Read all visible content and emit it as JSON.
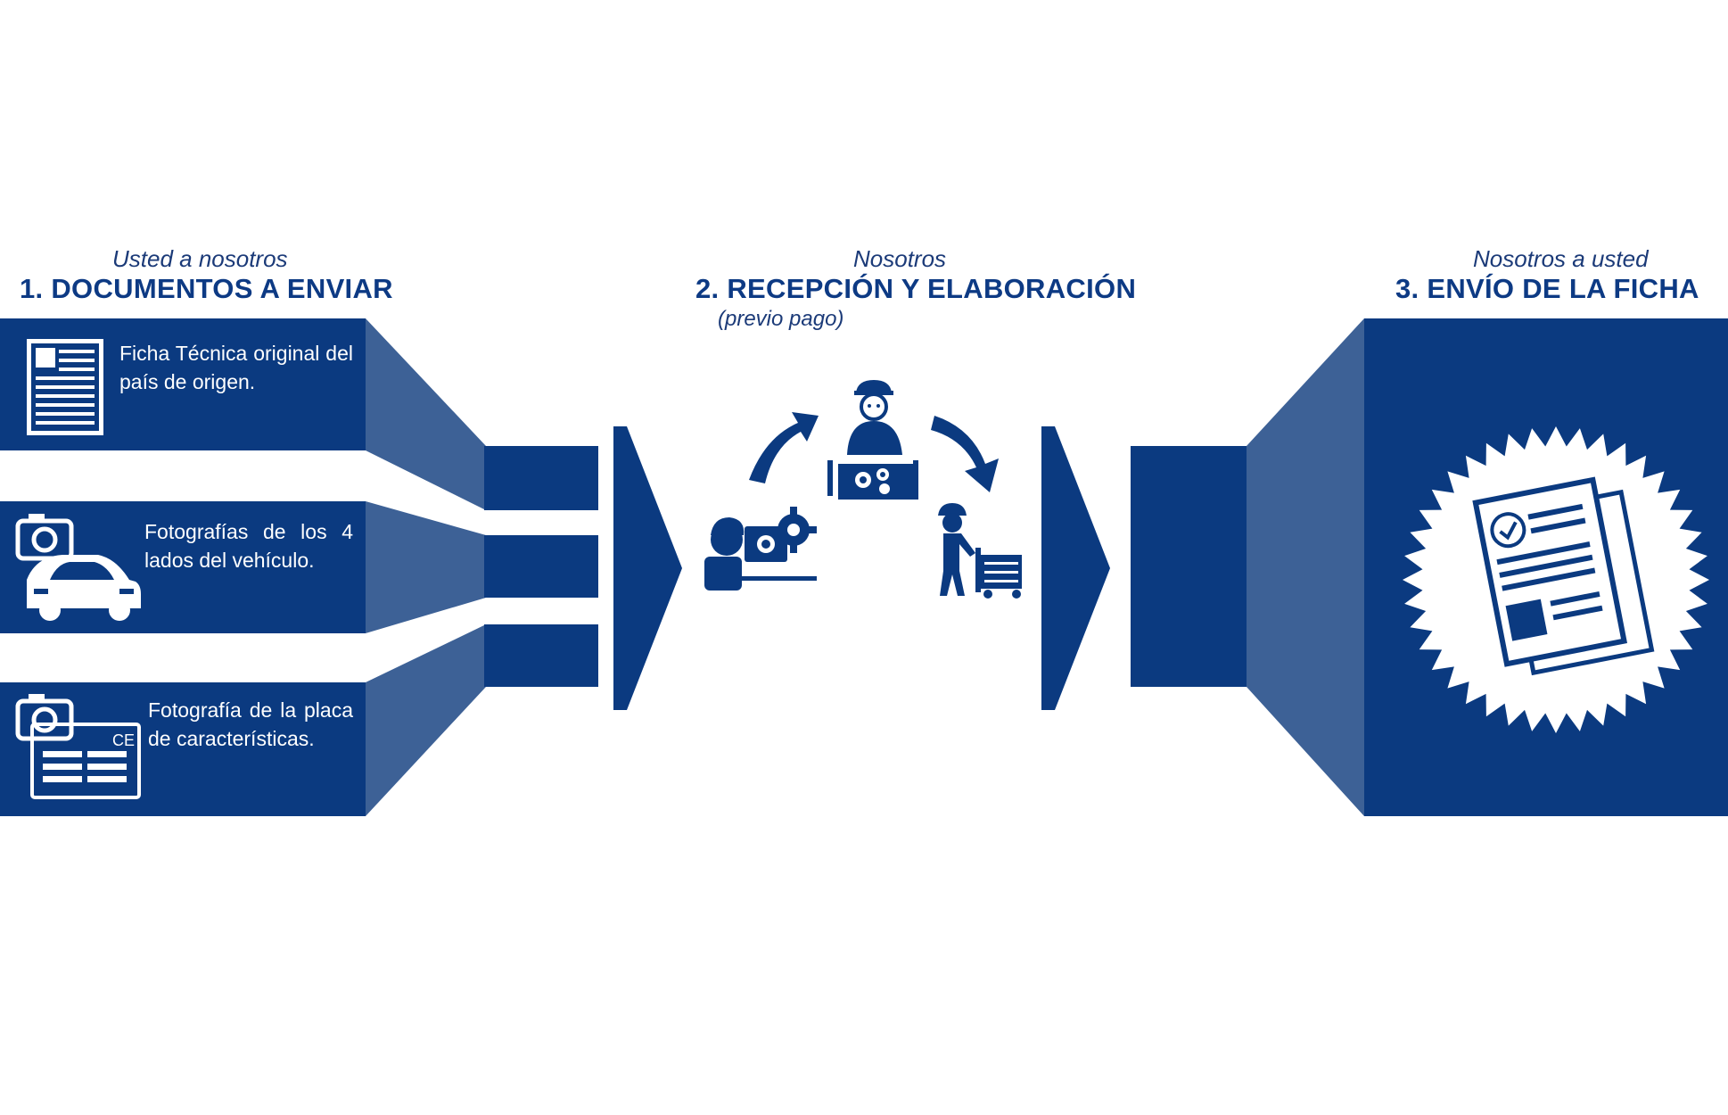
{
  "colors": {
    "dark_blue": "#0b3a80",
    "mid_blue": "#3d6196",
    "white": "#ffffff"
  },
  "step1": {
    "subtitle": "Usted a nosotros",
    "title": "1. DOCUMENTOS A ENVIAR",
    "items": [
      {
        "text": "Ficha Técnica original del país de origen.",
        "icon": "document-icon"
      },
      {
        "text": "Fotografías de los 4 lados del vehículo.",
        "icon": "camera-car-icon"
      },
      {
        "text": "Fotografía de la placa de características.",
        "icon": "camera-plate-icon"
      }
    ]
  },
  "step2": {
    "subtitle": "Nosotros",
    "title": "2. RECEPCIÓN Y ELABORACIÓN",
    "note": "(previo pago)",
    "icons": [
      "worker-computer-icon",
      "worker-gears-icon",
      "worker-cart-icon",
      "cycle-arrow-icon"
    ]
  },
  "step3": {
    "subtitle": "Nosotros a usted",
    "title": "3. ENVÍO DE LA FICHA",
    "icon": "certificate-seal-icon"
  }
}
